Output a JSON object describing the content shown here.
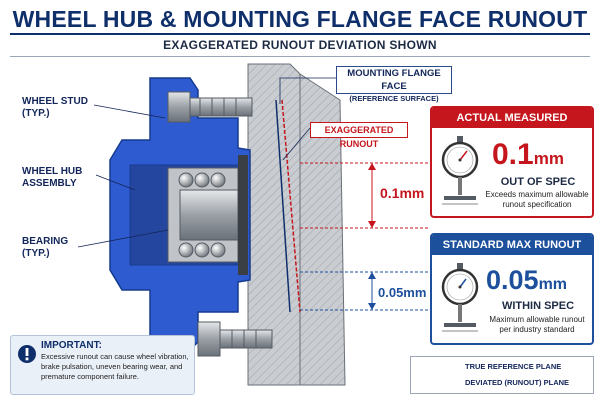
{
  "header": {
    "title": "WHEEL HUB & MOUNTING FLANGE FACE RUNOUT",
    "subtitle": "EXAGGERATED RUNOUT DEVIATION SHOWN"
  },
  "labels": {
    "wheel_stud": [
      "WHEEL STUD",
      "(TYP.)"
    ],
    "wheel_hub": [
      "WHEEL HUB",
      "ASSEMBLY"
    ],
    "bearing": [
      "BEARING",
      "(TYP.)"
    ],
    "flange_face": [
      "MOUNTING FLANGE FACE",
      "(REFERENCE SURFACE)"
    ],
    "exaggerated": "EXAGGERATED RUNOUT"
  },
  "dimensions": {
    "actual_value": "0.1mm",
    "standard_value": "0.05mm"
  },
  "actual_panel": {
    "header": "ACTUAL MEASURED RUNOUT",
    "value": "0.1",
    "unit": "mm",
    "status": "OUT OF SPEC",
    "note": [
      "Exceeds maximum allowable",
      "runout specification"
    ],
    "color": "#c4161c"
  },
  "standard_panel": {
    "header": "STANDARD MAX RUNOUT",
    "value": "0.05",
    "unit": "mm",
    "status": "WITHIN SPEC",
    "note": [
      "Maximum allowable runout",
      "per industry standard"
    ],
    "color": "#1c4f9c"
  },
  "important": {
    "heading": "IMPORTANT:",
    "text": "Excessive runout can cause wheel vibration, brake pulsation, uneven bearing wear, and premature component failure."
  },
  "legend": {
    "true_plane": "TRUE REFERENCE PLANE",
    "deviated_plane": "DEVIATED (RUNOUT) PLANE"
  },
  "colors": {
    "navy": "#0f2f6b",
    "hub_blue": "#2f5bd0",
    "red": "#c4161c",
    "steel": "#a8adb3"
  }
}
